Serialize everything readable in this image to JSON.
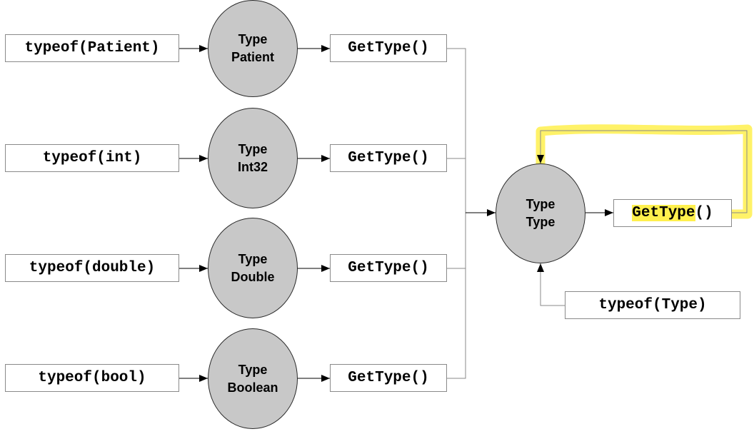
{
  "rows": [
    {
      "source": "typeof(Patient)",
      "node_line1": "Type",
      "node_line2": "Patient",
      "call": "GetType()"
    },
    {
      "source": "typeof(int)",
      "node_line1": "Type",
      "node_line2": "Int32",
      "call": "GetType()"
    },
    {
      "source": "typeof(double)",
      "node_line1": "Type",
      "node_line2": "Double",
      "call": "GetType()"
    },
    {
      "source": "typeof(bool)",
      "node_line1": "Type",
      "node_line2": "Boolean",
      "call": "GetType()"
    }
  ],
  "center": {
    "node_line1": "Type",
    "node_line2": "Type",
    "call_method": "GetType",
    "call_parens": "()",
    "source": "typeof(Type)"
  },
  "colors": {
    "node_fill": "#c8c8c8",
    "highlight": "#fff04d"
  }
}
